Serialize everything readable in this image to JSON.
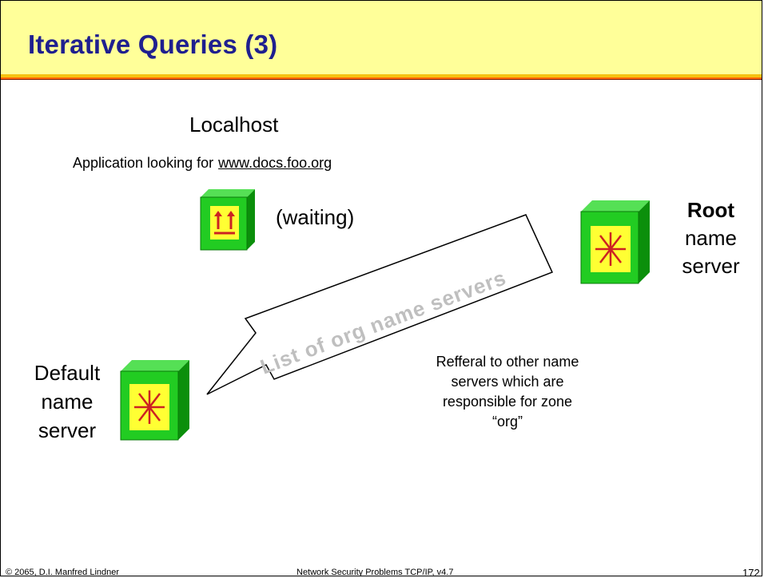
{
  "slide": {
    "title": "Iterative Queries (3)",
    "localhost_label": "Localhost",
    "app_text": "Application looking for",
    "app_url": "www.docs.foo.org",
    "waiting_label": "(waiting)",
    "root_label": {
      "line1": "Root",
      "line2": "name",
      "line3": "server"
    },
    "default_label": {
      "line1": "Default",
      "line2": "name",
      "line3": "server"
    },
    "arrow_label": "List of org name servers",
    "referral_text": {
      "line1": "Refferal to other name",
      "line2": "servers which are",
      "line3": "responsible for zone",
      "line4": "“org”"
    }
  },
  "footer": {
    "copyright": "© 2065, D.I. Manfred Lindner",
    "course": "Network Security Problems TCP/IP, v4.7",
    "page_number": "172"
  },
  "colors": {
    "title": "#1f1f8f",
    "header_bg": "#ffff99",
    "server_green": "#22cc22",
    "server_face": "#ffff33",
    "arrow_glyph": "#cc2222",
    "arrow_text": "#bfbfbf"
  },
  "icons": {
    "localhost": "host-box-icon",
    "root": "name-server-box-icon",
    "default": "name-server-box-icon",
    "arrow": "large-arrow-icon"
  }
}
